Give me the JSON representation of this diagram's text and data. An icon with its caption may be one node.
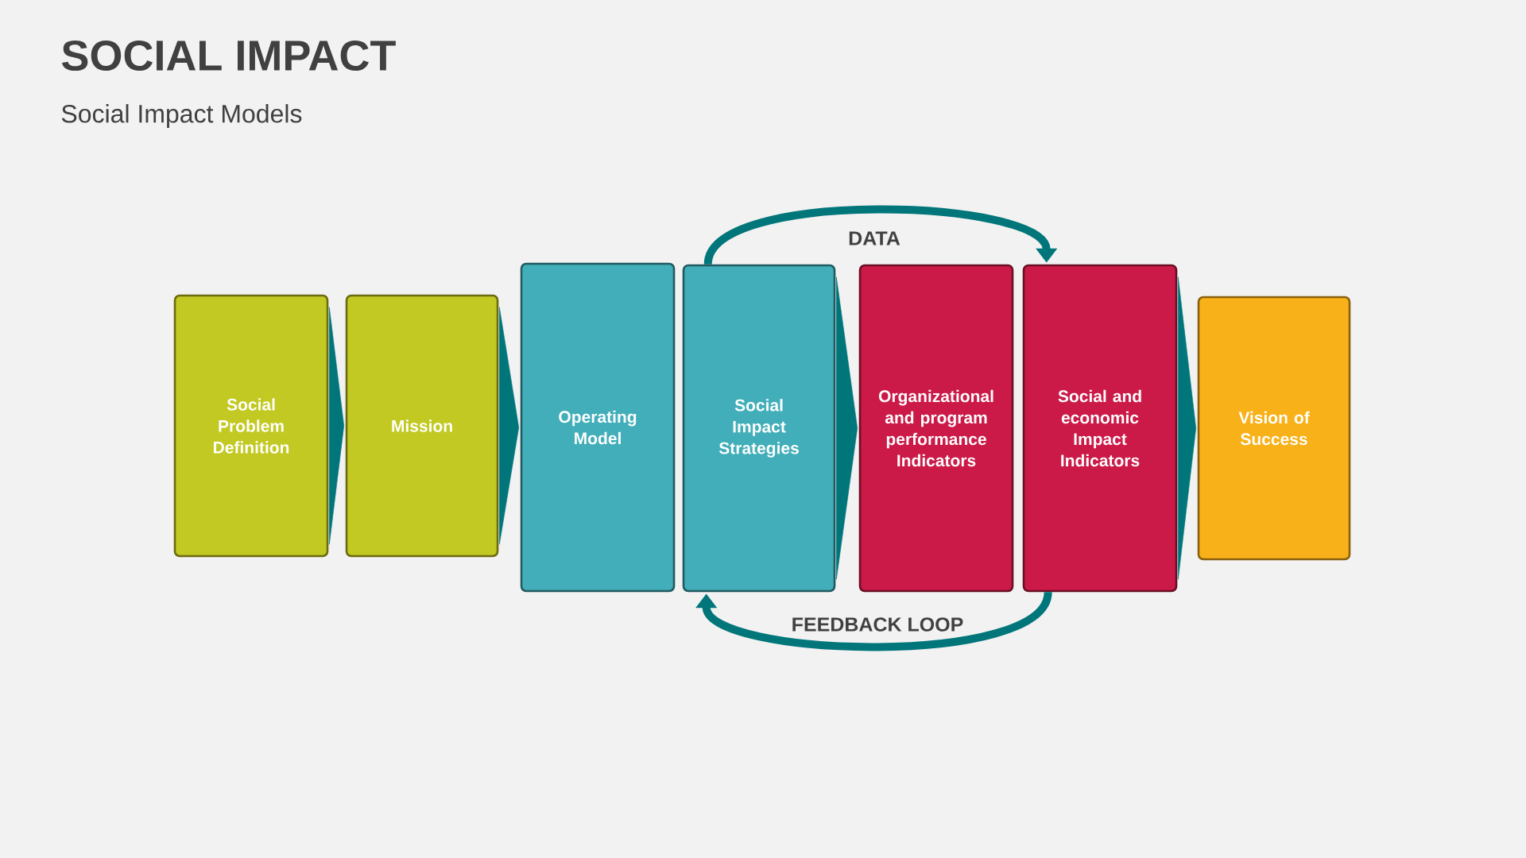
{
  "diagram": {
    "title": "SOCIAL IMPACT",
    "nodes": [
      {
        "text": [
          "Social Problem Definition"
        ]
      },
      {
        "text": [
          "Mission"
        ]
      },
      {
        "text": [
          "Operating Model"
        ]
      },
      {
        "text": [
          "Social Impact Strategies"
        ]
      },
      {
        "text": [
          "Organizational and program performance Indicators"
        ]
      },
      {
        "text": [
          "Social and economic Impact Indicators"
        ]
      },
      {
        "text": [
          "Vision of Success"
        ]
      }
    ],
    "edges": [
      {
        "from": 0,
        "to": 1,
        "arrow": "to"
      },
      {
        "from": 1,
        "to": 2,
        "arrow": "to"
      },
      {
        "from": 3,
        "to": 4,
        "arrow": "to"
      },
      {
        "from": 5,
        "to": 6,
        "arrow": "to"
      },
      {
        "from": 3,
        "to": 5,
        "arrow": "to",
        "label": "DATA"
      },
      {
        "from": 5,
        "to": 3,
        "arrow": "to",
        "label": "FEEDBACK LOOP"
      }
    ],
    "labels": [
      "Social Impact Models"
    ]
  }
}
